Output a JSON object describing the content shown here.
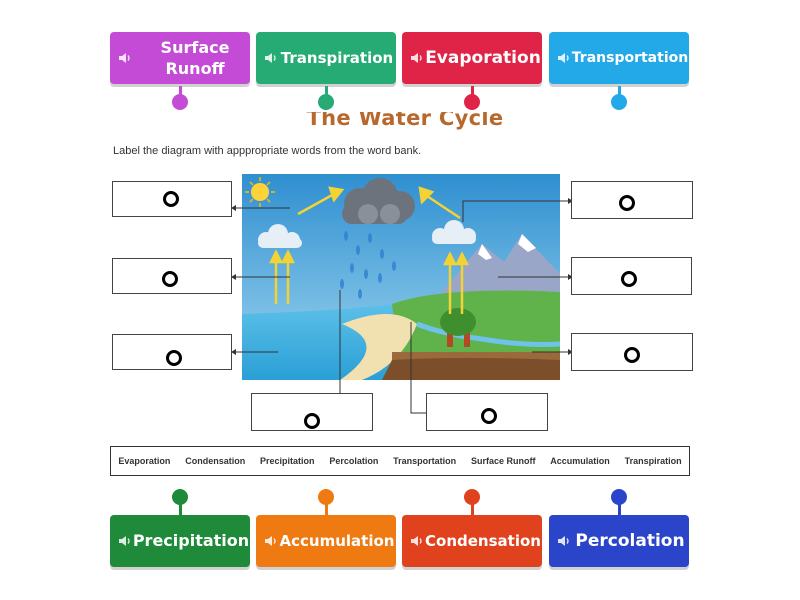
{
  "tiles_top": [
    {
      "label": "Surface Runoff",
      "line1": "Surface",
      "line2": "Runoff",
      "color": "#c34bd6"
    },
    {
      "label": "Transpiration",
      "color": "#27ab74"
    },
    {
      "label": "Evaporation",
      "color": "#e02447"
    },
    {
      "label": "Transportation",
      "color": "#24a9e8"
    }
  ],
  "tiles_bottom": [
    {
      "label": "Precipitation",
      "color": "#1f8a3a"
    },
    {
      "label": "Accumulation",
      "color": "#f07a12"
    },
    {
      "label": "Condensation",
      "color": "#e0421e"
    },
    {
      "label": "Percolation",
      "color": "#2a45c9"
    }
  ],
  "worksheet": {
    "title": "The Water Cycle",
    "instructions": "Label the diagram with apppropriate words from the word bank."
  },
  "word_bank": [
    "Evaporation",
    "Condensation",
    "Precipitation",
    "Percolation",
    "Transportation",
    "Surface Runoff",
    "Accumulation",
    "Transpiration"
  ],
  "icons": {
    "tile": "speaker-icon",
    "target": "drop-target-circle"
  }
}
